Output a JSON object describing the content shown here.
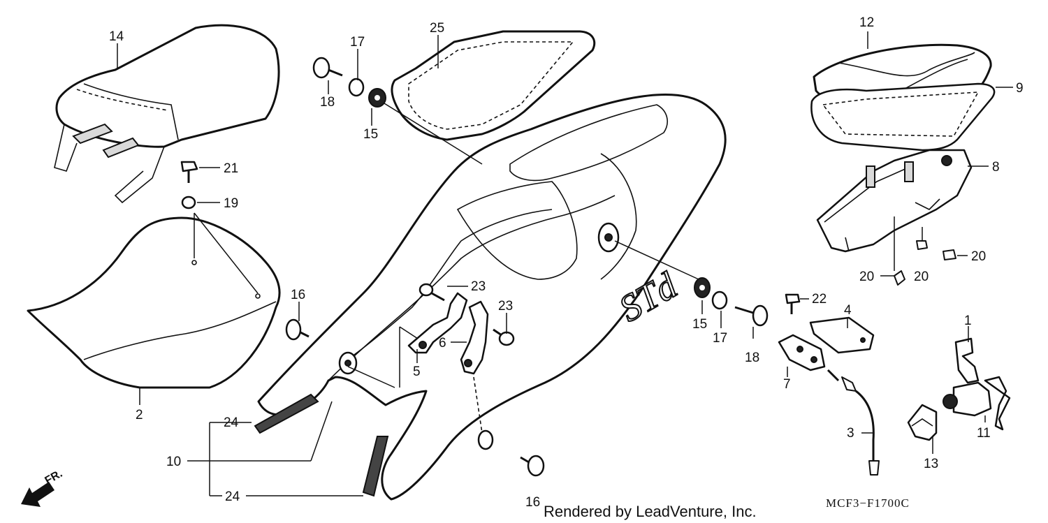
{
  "diagram": {
    "callouts": [
      {
        "id": "c14",
        "label": "14"
      },
      {
        "id": "c21",
        "label": "21"
      },
      {
        "id": "c19",
        "label": "19"
      },
      {
        "id": "c2",
        "label": "2"
      },
      {
        "id": "c16a",
        "label": "16"
      },
      {
        "id": "c17a",
        "label": "17"
      },
      {
        "id": "c18a",
        "label": "18"
      },
      {
        "id": "c15a",
        "label": "15"
      },
      {
        "id": "c25",
        "label": "25"
      },
      {
        "id": "c23a",
        "label": "23"
      },
      {
        "id": "c23b",
        "label": "23"
      },
      {
        "id": "c5",
        "label": "5"
      },
      {
        "id": "c6",
        "label": "6"
      },
      {
        "id": "c24a",
        "label": "24"
      },
      {
        "id": "c10",
        "label": "10"
      },
      {
        "id": "c24b",
        "label": "24"
      },
      {
        "id": "c16b",
        "label": "16"
      },
      {
        "id": "c15b",
        "label": "15"
      },
      {
        "id": "c17b",
        "label": "17"
      },
      {
        "id": "c18b",
        "label": "18"
      },
      {
        "id": "c22",
        "label": "22"
      },
      {
        "id": "c4",
        "label": "4"
      },
      {
        "id": "c7",
        "label": "7"
      },
      {
        "id": "c3",
        "label": "3"
      },
      {
        "id": "c1",
        "label": "1"
      },
      {
        "id": "c11",
        "label": "11"
      },
      {
        "id": "c13",
        "label": "13"
      },
      {
        "id": "c12",
        "label": "12"
      },
      {
        "id": "c9",
        "label": "9"
      },
      {
        "id": "c8",
        "label": "8"
      },
      {
        "id": "c20a",
        "label": "20"
      },
      {
        "id": "c20b",
        "label": "20"
      },
      {
        "id": "c20c",
        "label": "20"
      }
    ],
    "front_indicator": "FR.",
    "emblem_text": "STd",
    "footer": {
      "rendered_by": "Rendered by LeadVenture, Inc.",
      "diagram_code": "MCF3−F1700C"
    }
  }
}
